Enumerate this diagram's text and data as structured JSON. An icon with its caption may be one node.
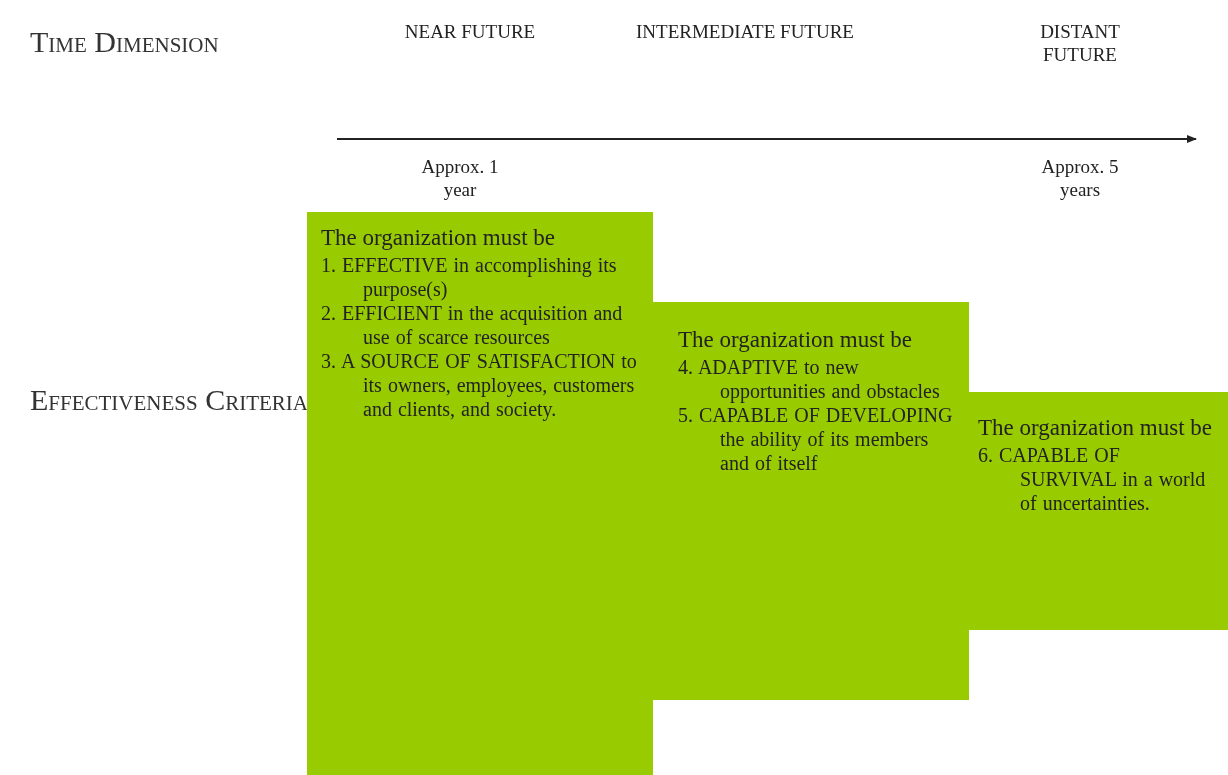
{
  "diagram": {
    "nodes": [
      {
        "text": [
          "The organization must be",
          "1. EFFECTIVE in accomplishing its purpose(s)",
          "2. EFFICIENT in the acquisition and use of scarce resources",
          "3. A SOURCE OF SATISFACTION to its owners, employees, customers and clients, and society."
        ]
      },
      {
        "text": [
          "The organization must be",
          "4. ADAPTIVE to new opportunities and obstacles",
          "5. CAPABLE OF DEVELOPING the ability of its members and of itself"
        ]
      },
      {
        "text": [
          "The organization must be",
          "6. CAPABLE OF SURVIVAL in a world of uncertainties."
        ]
      }
    ],
    "edges": [],
    "labels": [
      "Time Dimension",
      "NEAR FUTURE",
      "INTERMEDIATE FUTURE",
      "DISTANT FUTURE",
      "Approx. 1 year",
      "Approx. 5 years",
      "Effectiveness Criteria"
    ]
  }
}
